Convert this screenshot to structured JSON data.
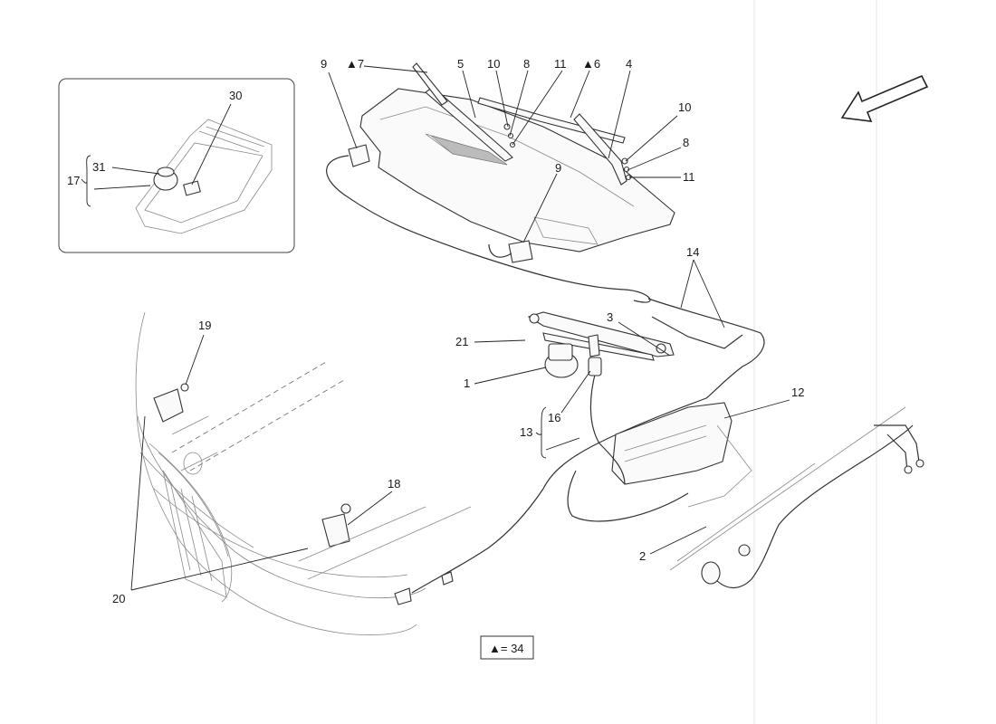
{
  "callouts": {
    "c9a": "9",
    "c7": "▲7",
    "c5": "5",
    "c10a": "10",
    "c8a": "8",
    "c11a": "11",
    "c6": "▲6",
    "c4": "4",
    "c10b": "10",
    "c8b": "8",
    "c11b": "11",
    "c9b": "9",
    "c30": "30",
    "c31": "31",
    "c17": "17",
    "c14": "14",
    "c19": "19",
    "c3": "3",
    "c21": "21",
    "c1": "1",
    "c12": "12",
    "c16": "16",
    "c13": "13",
    "c18": "18",
    "c2": "2",
    "c20": "20"
  },
  "legend": {
    "note": "▲= 34"
  },
  "icons": {
    "direction_arrow": "view-direction-arrow-icon"
  }
}
